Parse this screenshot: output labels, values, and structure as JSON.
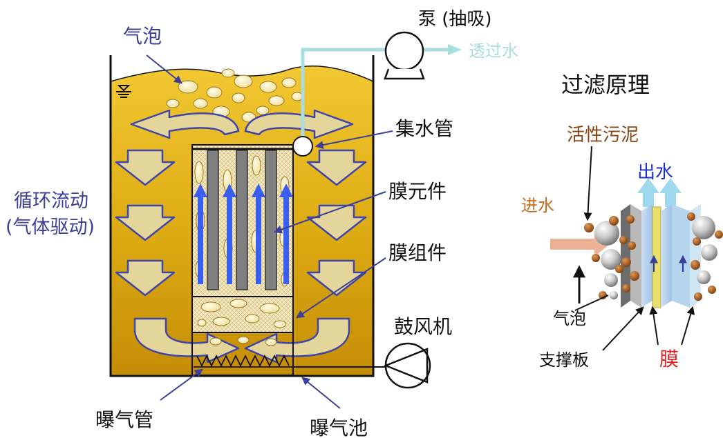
{
  "labels": {
    "bubble": "气泡",
    "pump": "泵 (抽吸)",
    "permeate": "透过水",
    "header_pipe": "集水管",
    "element": "膜元件",
    "module": "膜组件",
    "circulation_1": "循环流动",
    "circulation_2": "(气体驱动)",
    "blower": "鼓风机",
    "diffuser": "曝气管",
    "tank": "曝气池"
  },
  "principle": {
    "title": "过滤原理",
    "sludge": "活性污泥",
    "outflow": "出水",
    "inflow": "进水",
    "bubble": "气泡",
    "support": "支撑板",
    "membrane": "膜"
  },
  "colors": {
    "liquid": "#e2b21e",
    "liquid_dark": "#c58d06",
    "arrow_fill": "#e4d59a",
    "arrow_stroke": "#3f44a8",
    "flow_blue": "#3a5ff0",
    "permeate_pipe": "#a9dde0",
    "label_blue": "#3b3f9a",
    "label_sludge": "#8b4513",
    "label_outflow": "#1f2fd0",
    "label_inflow": "#c46a1f",
    "label_membrane": "#e02020"
  },
  "icons": {
    "pump": "pump-icon",
    "blower": "blower-icon",
    "water_level": "water-level-icon"
  }
}
